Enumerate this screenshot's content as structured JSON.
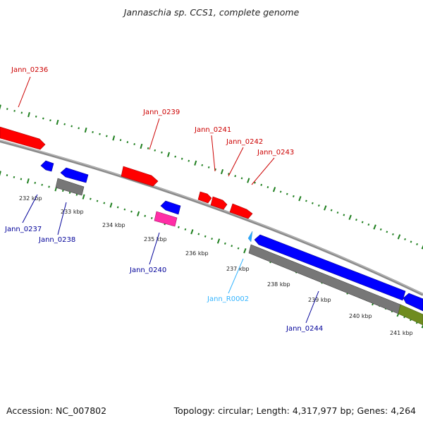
{
  "title": "Jannaschia sp. CCS1, complete genome",
  "footer": {
    "accession": "Accession: NC_007802",
    "summary": "Topology: circular; Length: 4,317,977 bp; Genes: 4,264"
  },
  "colors": {
    "cds_forward": "#ff0000",
    "cds_reverse": "#0000ff",
    "pseudo": "#777777",
    "misc": "#ff2ea6",
    "trna": "#29a8ff",
    "green_feature": "#6f8c1f",
    "backbone": "#909090",
    "tick": "#1f7f1f",
    "label_forward": "#cc0000",
    "label_reverse": "#000099",
    "label_trna": "#33b4ff"
  },
  "scale_ticks": [
    {
      "label": "232 kbp"
    },
    {
      "label": "233 kbp"
    },
    {
      "label": "234 kbp"
    },
    {
      "label": "235 kbp"
    },
    {
      "label": "236 kbp"
    },
    {
      "label": "237 kbp"
    },
    {
      "label": "238 kbp"
    },
    {
      "label": "239 kbp"
    },
    {
      "label": "240 kbp"
    },
    {
      "label": "241 kbp"
    }
  ],
  "gene_labels": [
    {
      "name": "Jann_0236",
      "kind": "forward"
    },
    {
      "name": "Jann_0239",
      "kind": "forward"
    },
    {
      "name": "Jann_0241",
      "kind": "forward"
    },
    {
      "name": "Jann_0242",
      "kind": "forward"
    },
    {
      "name": "Jann_0243",
      "kind": "forward"
    },
    {
      "name": "Jann_0237",
      "kind": "reverse"
    },
    {
      "name": "Jann_0238",
      "kind": "reverse"
    },
    {
      "name": "Jann_0240",
      "kind": "reverse"
    },
    {
      "name": "Jann_R0002",
      "kind": "trna"
    },
    {
      "name": "Jann_0244",
      "kind": "reverse"
    }
  ]
}
